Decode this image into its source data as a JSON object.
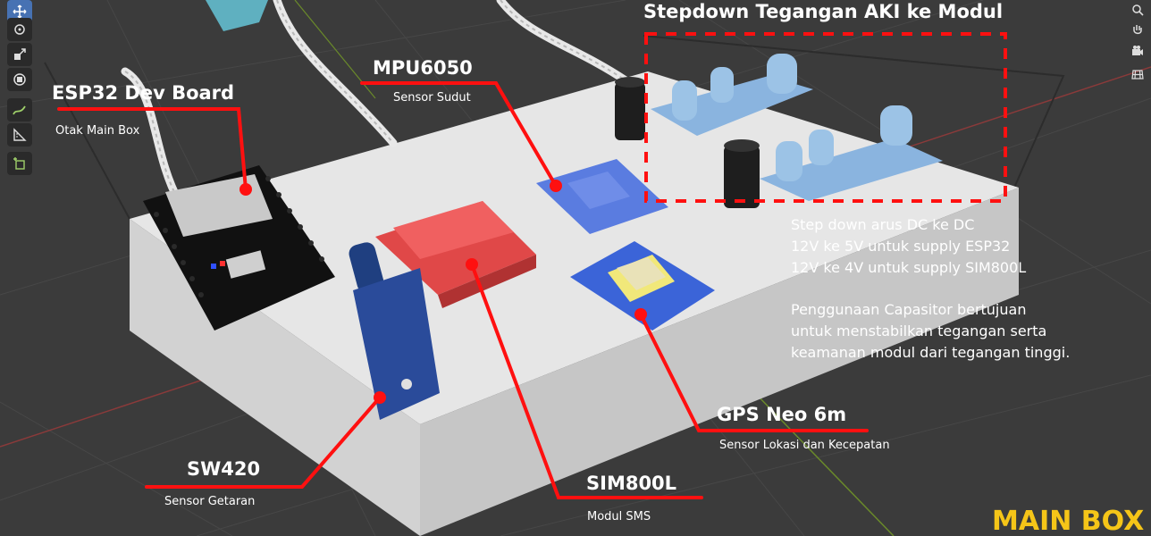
{
  "toolbar": {
    "items": [
      {
        "icon": "move-icon",
        "active": true
      },
      {
        "icon": "rotate-icon",
        "active": false
      },
      {
        "icon": "scale-icon",
        "active": false
      },
      {
        "icon": "transform-icon",
        "active": false
      },
      {
        "icon": "annotate-icon",
        "active": false
      },
      {
        "icon": "measure-icon",
        "active": false
      },
      {
        "icon": "add-cube-icon",
        "active": false
      }
    ]
  },
  "nav": {
    "items": [
      {
        "icon": "zoom-icon"
      },
      {
        "icon": "hand-pan-icon"
      },
      {
        "icon": "camera-icon"
      },
      {
        "icon": "grid-icon"
      }
    ]
  },
  "labels": {
    "esp32": {
      "title": "ESP32 Dev Board",
      "subtitle": "Otak Main Box"
    },
    "mpu6050": {
      "title": "MPU6050",
      "subtitle": "Sensor Sudut"
    },
    "stepdown": {
      "title": "Stepdown Tegangan AKI ke Modul"
    },
    "gps": {
      "title": "GPS Neo 6m",
      "subtitle": "Sensor Lokasi dan Kecepatan"
    },
    "sw420": {
      "title": "SW420",
      "subtitle": "Sensor Getaran"
    },
    "sim800l": {
      "title": "SIM800L",
      "subtitle": "Modul SMS"
    }
  },
  "notes": {
    "stepdown_lines": [
      "Step down arus DC ke DC",
      "12V ke 5V untuk supply ESP32",
      "12V ke 4V untuk supply SIM800L"
    ],
    "capacitor_lines": [
      "Penggunaan Capasitor bertujuan",
      "untuk menstabilkan tegangan serta",
      "keamanan modul dari tegangan tinggi."
    ]
  },
  "footer": {
    "title": "MAIN BOX"
  },
  "colors": {
    "accent_red": "#ff1010",
    "title_yellow": "#f5c518",
    "tool_active": "#4772b3",
    "board": "#e3e3e3"
  }
}
